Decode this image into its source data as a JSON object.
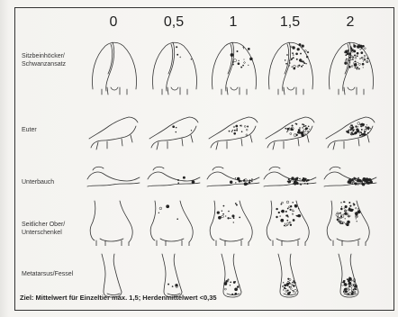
{
  "columns": [
    "0",
    "0,5",
    "1",
    "1,5",
    "2"
  ],
  "rows": [
    {
      "label": "Sitzbeinhöcker/ Schwanzansatz"
    },
    {
      "label": "Euter"
    },
    {
      "label": "Unterbauch"
    },
    {
      "label": "Seitlicher Ober/ Unterschenkel"
    },
    {
      "label": "Metatarsus/Fessel"
    }
  ],
  "footer": "Ziel: Mittelwert für Einzeltier max. 1,5; Herdenmittelwert <0,35",
  "colors": {
    "background": "#f2f1ee",
    "ink": "#222222"
  }
}
